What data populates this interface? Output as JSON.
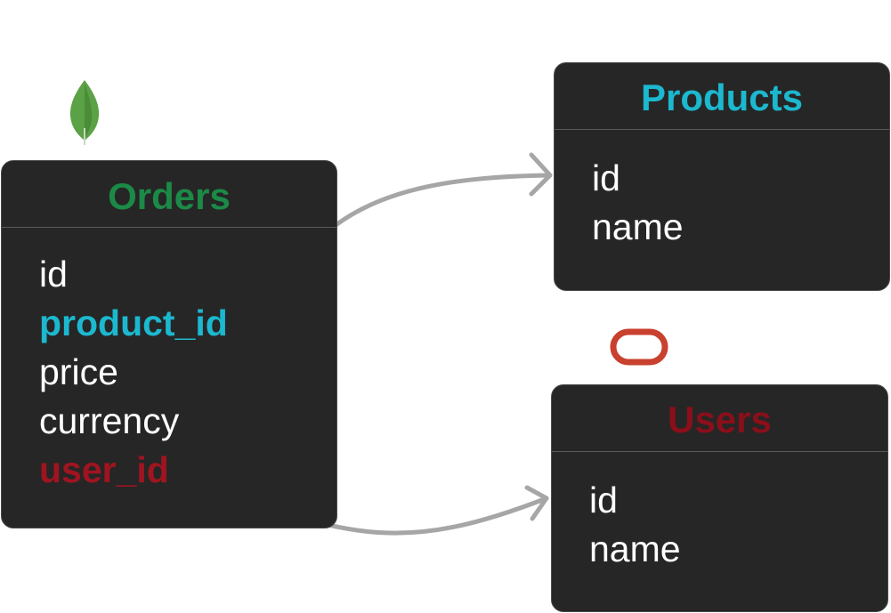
{
  "tables": {
    "orders": {
      "title": "Orders",
      "title_color": "#1c8a47",
      "fields": [
        {
          "name": "id",
          "color": "#ffffff",
          "role": "plain"
        },
        {
          "name": "product_id",
          "color": "#1cb8cf",
          "role": "foreign-key"
        },
        {
          "name": "price",
          "color": "#ffffff",
          "role": "plain"
        },
        {
          "name": "currency",
          "color": "#ffffff",
          "role": "plain"
        },
        {
          "name": "user_id",
          "color": "#a01420",
          "role": "foreign-key"
        }
      ]
    },
    "products": {
      "title": "Products",
      "title_color": "#1cb8cf",
      "fields": [
        {
          "name": "id",
          "color": "#ffffff",
          "role": "plain"
        },
        {
          "name": "name",
          "color": "#ffffff",
          "role": "plain"
        }
      ]
    },
    "users": {
      "title": "Users",
      "title_color": "#8a0f1a",
      "fields": [
        {
          "name": "id",
          "color": "#ffffff",
          "role": "plain"
        },
        {
          "name": "name",
          "color": "#ffffff",
          "role": "plain"
        }
      ]
    }
  },
  "relations": [
    {
      "from": "orders.product_id",
      "to": "products"
    },
    {
      "from": "orders.user_id",
      "to": "users"
    }
  ],
  "icons": {
    "orders_db": {
      "name": "mongodb-leaf-icon",
      "color": "#5ba145"
    },
    "users_db": {
      "name": "oracle-ring-icon",
      "color": "#c8402e"
    }
  },
  "styles": {
    "card_background": "#262626",
    "connector_color": "#a6a6a6"
  }
}
